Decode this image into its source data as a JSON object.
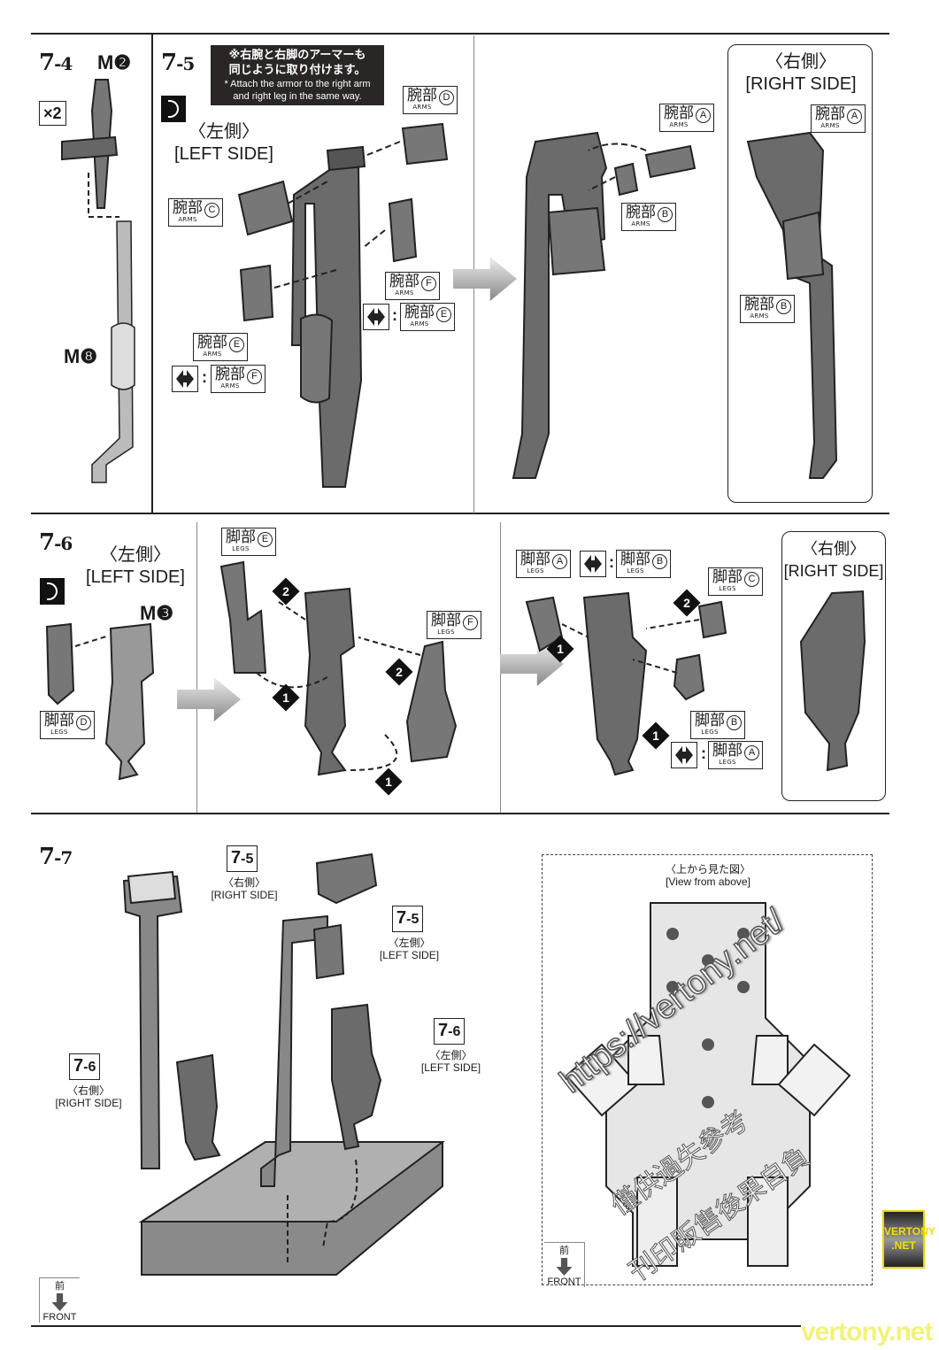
{
  "steps": {
    "s74": {
      "num": "7",
      "sub": "-4",
      "part": "M❷",
      "times": "×2",
      "part2": "M❽"
    },
    "s75": {
      "num": "7",
      "sub": "-5",
      "note_jp1": "※右腕と右脚のアーマーも",
      "note_jp2": "同じように取り付けます。",
      "note_en1": "* Attach the armor to the right arm",
      "note_en2": "and right leg in the same way.",
      "left_jp": "〈左側〉",
      "left_en": "[LEFT SIDE]",
      "right_jp": "〈右側〉",
      "right_en": "[RIGHT SIDE]"
    },
    "s76": {
      "num": "7",
      "sub": "-6",
      "left_jp": "〈左側〉",
      "left_en": "[LEFT SIDE]",
      "part": "M❸",
      "right_jp": "〈右側〉",
      "right_en": "[RIGHT SIDE]",
      "callout1": "1",
      "callout2": "2"
    },
    "s77": {
      "num": "7",
      "sub": "-7",
      "refs": [
        {
          "step": "7",
          "sub": "-5",
          "jp": "〈右側〉",
          "en": "[RIGHT SIDE]"
        },
        {
          "step": "7",
          "sub": "-5",
          "jp": "〈左側〉",
          "en": "[LEFT SIDE]"
        },
        {
          "step": "7",
          "sub": "-6",
          "jp": "〈左側〉",
          "en": "[LEFT SIDE]"
        },
        {
          "step": "7",
          "sub": "-6",
          "jp": "〈右側〉",
          "en": "[RIGHT SIDE]"
        }
      ],
      "view_jp": "〈上から見た図〉",
      "view_en": "[View from above]",
      "front_jp": "前",
      "front_en": "FRONT"
    }
  },
  "arms": "腕部",
  "arms_en": "ARMS",
  "legs": "脚部",
  "legs_en": "LEGS",
  "letters": {
    "A": "A",
    "B": "B",
    "C": "C",
    "D": "D",
    "E": "E",
    "F": "F"
  },
  "colon": ":",
  "watermark": {
    "url": "https://vertony.net/",
    "cn1": "僅供過失參考",
    "cn2": "刊印販售後果自負",
    "logo": "VERTONY .NET",
    "footer": "vertony.net"
  }
}
